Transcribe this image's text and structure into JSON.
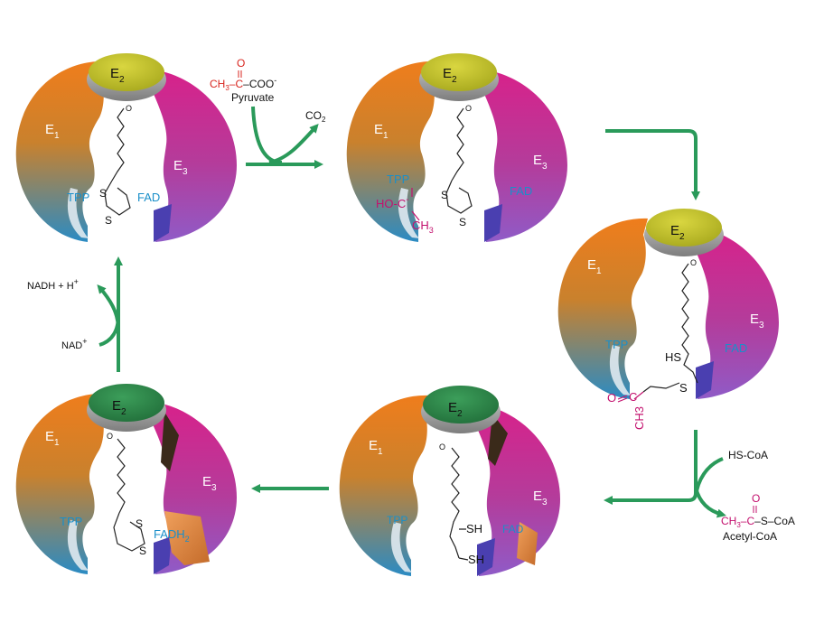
{
  "colors": {
    "e1_top": "#ef7d1c",
    "e1_bottom": "#2b8bc3",
    "e3_top": "#d8218a",
    "e3_bottom": "#8f5bc7",
    "e2_yellow": "#c7c42a",
    "e2_green": "#2f8a4c",
    "arrow": "#2a9a5a",
    "cofactor_text": "#1a8fc9",
    "intermediate_text": "#c3116e",
    "pyruvate_red": "#d8261f"
  },
  "complexes": [
    {
      "e1": "E",
      "e1_sub": "1",
      "e2": "E",
      "e2_sub": "2",
      "e3": "E",
      "e3_sub": "3",
      "tpp": "TPP",
      "fad": "FAD",
      "e2_color": "yellow"
    },
    {
      "e1": "E",
      "e1_sub": "1",
      "e2": "E",
      "e2_sub": "2",
      "e3": "E",
      "e3_sub": "3",
      "tpp": "TPP",
      "fad": "FAD",
      "e2_color": "yellow"
    },
    {
      "e1": "E",
      "e1_sub": "1",
      "e2": "E",
      "e2_sub": "2",
      "e3": "E",
      "e3_sub": "3",
      "tpp": "TPP",
      "fad": "FAD",
      "e2_color": "yellow"
    },
    {
      "e1": "E",
      "e1_sub": "1",
      "e2": "E",
      "e2_sub": "2",
      "e3": "E",
      "e3_sub": "3",
      "tpp": "TPP",
      "fad": "FAD",
      "e2_color": "green"
    },
    {
      "e1": "E",
      "e1_sub": "1",
      "e2": "E",
      "e2_sub": "2",
      "e3": "E",
      "e3_sub": "3",
      "tpp": "TPP",
      "fad": "FADH",
      "fad_sub": "2",
      "e2_color": "green"
    }
  ],
  "lipoyl": {
    "s": "S",
    "sh": "SH",
    "hs": "HS",
    "o": "O"
  },
  "intermediates": {
    "hydroxyethyl_ho": "HO-C",
    "hydroxyethyl_minus": "-",
    "hydroxyethyl_ch3": "CH",
    "ch3_sub": "3",
    "acetyl_c": "C",
    "acetyl_o": "O",
    "acetyl_ch3": "CH3"
  },
  "reagents": {
    "pyruvate_ch3": "CH",
    "pyruvate_ch3_sub": "3",
    "pyruvate_c": "C",
    "pyruvate_o": "O",
    "pyruvate_coo": "COO",
    "pyruvate_minus": "-",
    "pyruvate_name": "Pyruvate",
    "co2": "CO",
    "co2_sub": "2",
    "hscoa": "HS-CoA",
    "acetylcoa_ch3": "CH",
    "acetylcoa_ch3_sub": "3",
    "acetylcoa_c": "C",
    "acetylcoa_o": "O",
    "acetylcoa_rest": "S–CoA",
    "acetylcoa_name": "Acetyl-CoA",
    "nad": "NAD",
    "nad_plus": "+",
    "nadh": "NADH + H",
    "nadh_plus": "+"
  }
}
